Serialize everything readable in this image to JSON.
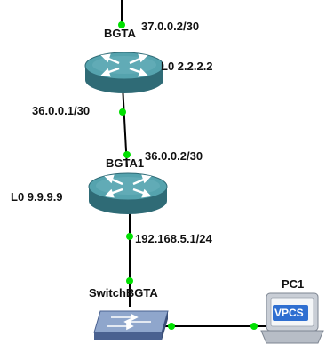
{
  "colors": {
    "link": "#000000",
    "port": "#00e000",
    "router_top": "#55a3ae",
    "router_side": "#2f6b76",
    "switch_top": "#8fa6cc",
    "switch_side": "#4a6190",
    "vpcs_badge": "#2f6fd1"
  },
  "devices": {
    "bgta": {
      "name": "BGTA",
      "type": "router",
      "icon": "router-icon"
    },
    "bgta1": {
      "name": "BGTA1",
      "type": "router",
      "icon": "router-icon"
    },
    "switch": {
      "name": "SwitchBGTA",
      "type": "switch",
      "icon": "switch-icon"
    },
    "pc1": {
      "name": "PC1",
      "type": "vpcs",
      "icon": "vpcs-pc-icon",
      "badge": "VPCS"
    }
  },
  "labels": {
    "bgta_uplink": "37.0.0.2/30",
    "bgta_loopback": "L0 2.2.2.2",
    "bgta_down": "36.0.0.1/30",
    "bgta1_up": "36.0.0.2/30",
    "bgta1_loopback": "L0 9.9.9.9",
    "bgta1_down": "192.168.5.1/24"
  }
}
